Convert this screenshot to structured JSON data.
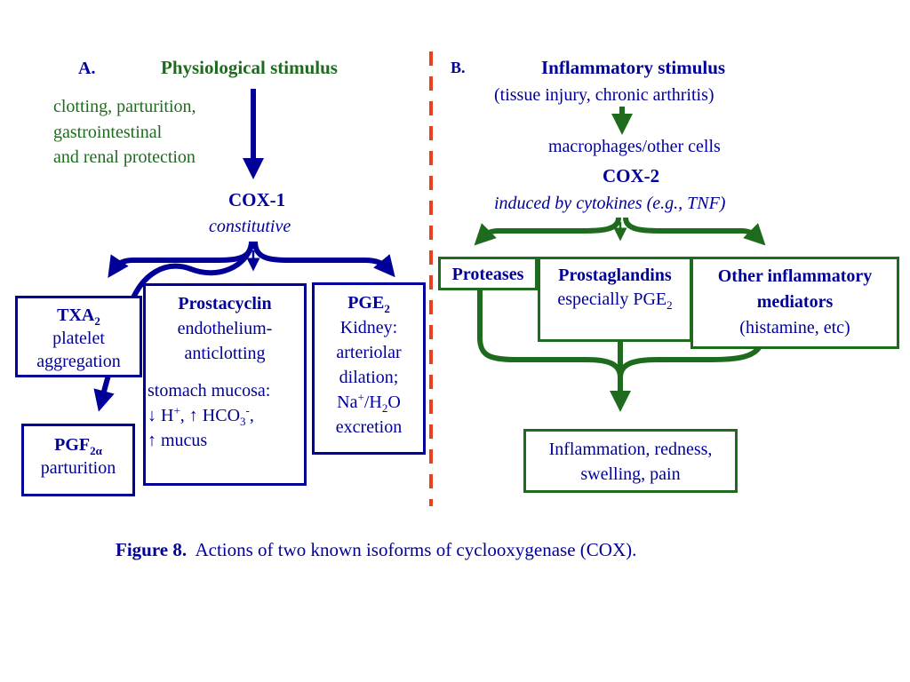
{
  "panel_a": {
    "label": "A.",
    "stimulus": "Physiological stimulus",
    "functions": [
      "clotting, parturition,",
      "gastrointestinal",
      "and renal protection"
    ],
    "cox1": {
      "name": "COX-1",
      "type": "constitutive"
    },
    "txa2": {
      "title_main": "TXA",
      "title_sub": "2",
      "lines": [
        "platelet",
        "aggregation"
      ]
    },
    "pgf2a": {
      "title_main": "PGF",
      "title_sub": "2α",
      "lines": [
        "parturition"
      ]
    },
    "prostacyclin": {
      "title": "Prostacyclin",
      "lines": [
        "endothelium-",
        "anticlotting"
      ],
      "mucosa_label": "stomach mucosa:",
      "arrow_down": "↓",
      "arrow_up": "↑",
      "h_ion": "H",
      "h_charge": "+",
      "comma1": ",",
      "hco3": "HCO",
      "hco3_sub": "3",
      "hco3_charge": "-",
      "comma2": ",",
      "mucus": "mucus"
    },
    "pge2": {
      "title_main": "PGE",
      "title_sub": "2",
      "lines": [
        "Kidney:",
        "arteriolar",
        "dilation;"
      ],
      "na": "Na",
      "na_charge": "+",
      "slash": "/",
      "h2": "H",
      "h2_sub": "2",
      "o": "O",
      "last": "excretion"
    }
  },
  "panel_b": {
    "label": "B.",
    "stimulus": "Inflammatory stimulus",
    "stimulus_detail": "(tissue injury, chronic arthritis)",
    "cells": "macrophages/other cells",
    "cox2": {
      "name": "COX-2",
      "induction": "induced by cytokines (e.g., TNF)"
    },
    "proteases": "Proteases",
    "prostaglandins": {
      "title": "Prostaglandins",
      "detail_main": "especially PGE",
      "detail_sub": "2"
    },
    "other": {
      "lines": [
        "Other inflammatory",
        "mediators"
      ],
      "detail": "(histamine, etc)"
    },
    "outcome": [
      "Inflammation, redness,",
      "swelling, pain"
    ]
  },
  "caption": {
    "label": "Figure 8.",
    "text": "Actions of two known isoforms of cyclooxygenase (COX)."
  },
  "colors": {
    "navy": "#000099",
    "green": "#1e6b1e",
    "divider": "#e8401c"
  }
}
